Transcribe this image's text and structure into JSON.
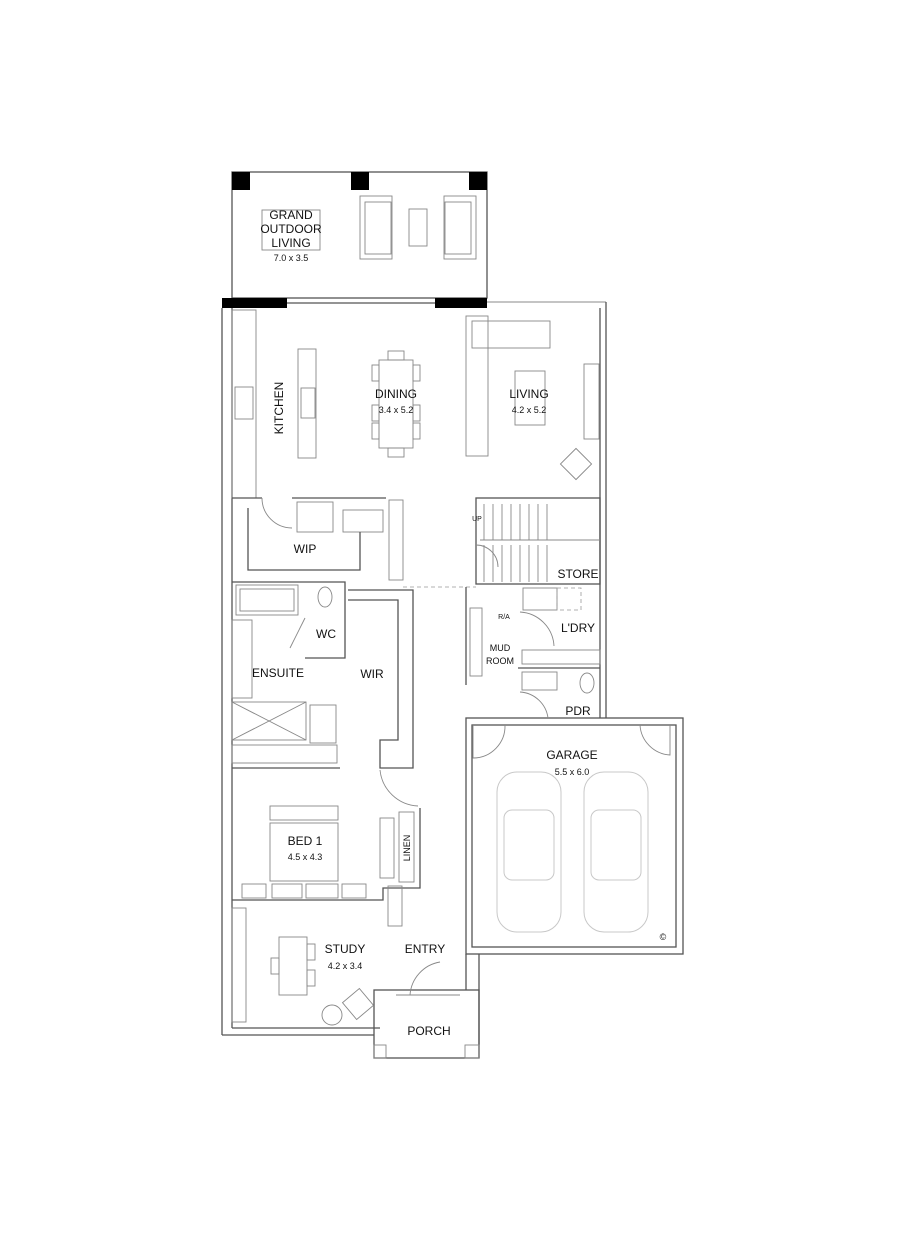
{
  "plan": {
    "rooms": {
      "outdoor": {
        "line1": "GRAND",
        "line2": "OUTDOOR",
        "line3": "LIVING",
        "size": "7.0 x 3.5"
      },
      "kitchen": {
        "name": "KITCHEN"
      },
      "dining": {
        "name": "DINING",
        "size": "3.4 x 5.2"
      },
      "living": {
        "name": "LIVING",
        "size": "4.2 x 5.2"
      },
      "wip": {
        "name": "WIP"
      },
      "store": {
        "name": "STORE"
      },
      "stairs": {
        "label": "UP"
      },
      "wc": {
        "name": "WC"
      },
      "laundry": {
        "name": "L'DRY"
      },
      "ra": {
        "name": "R/A"
      },
      "mudroom": {
        "line1": "MUD",
        "line2": "ROOM"
      },
      "ensuite": {
        "name": "ENSUITE"
      },
      "wir": {
        "name": "WIR"
      },
      "pdr": {
        "name": "PDR"
      },
      "garage": {
        "name": "GARAGE",
        "size": "5.5 x 6.0"
      },
      "bed1": {
        "name": "BED 1",
        "size": "4.5 x 4.3"
      },
      "linen": {
        "name": "LINEN"
      },
      "study": {
        "name": "STUDY",
        "size": "4.2 x 3.4"
      },
      "entry": {
        "name": "ENTRY"
      },
      "porch": {
        "name": "PORCH"
      }
    },
    "copyright": "©"
  }
}
